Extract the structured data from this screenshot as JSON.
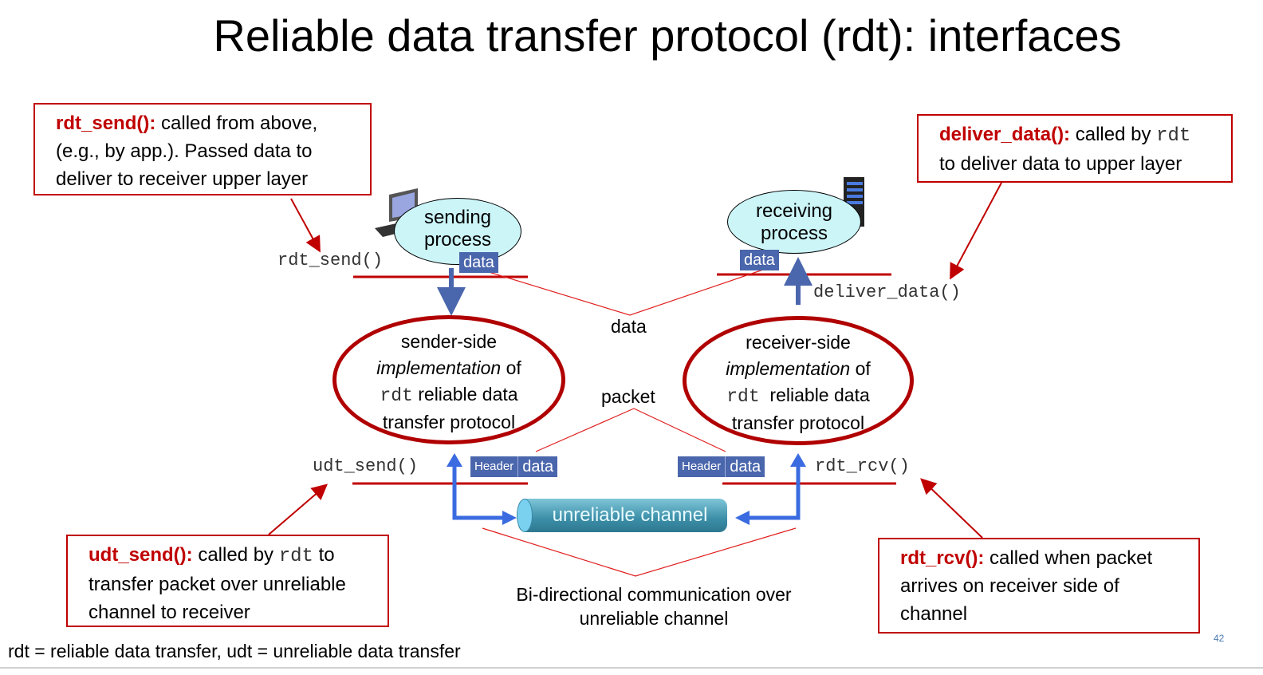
{
  "title": "Reliable data transfer protocol (rdt): interfaces",
  "callouts": {
    "rdt_send": {
      "fn": "rdt_send():",
      "text": " called from above, (e.g., by app.). Passed data to deliver to receiver upper layer"
    },
    "deliver_data": {
      "fn": "deliver_data():",
      "text_a": " called by ",
      "code": "rdt",
      "text_b": " to deliver data to upper layer"
    },
    "udt_send": {
      "fn": "udt_send():",
      "text_a": " called by ",
      "code": "rdt",
      "text_b": " to transfer packet over unreliable channel to receiver"
    },
    "rdt_rcv": {
      "fn": "rdt_rcv():",
      "text": " called when packet arrives on receiver side of channel"
    }
  },
  "function_labels": {
    "rdt_send": "rdt_send()",
    "deliver_data": "deliver_data()",
    "udt_send": "udt_send()",
    "rdt_rcv": "rdt_rcv()"
  },
  "processes": {
    "sending": [
      "sending",
      "process"
    ],
    "receiving": [
      "receiving",
      "process"
    ]
  },
  "implementations": {
    "sender": {
      "line1": "sender-side",
      "italic": "implementation",
      "of": " of",
      "code": "rdt",
      "rest": " reliable data",
      "line4": "transfer protocol"
    },
    "receiver": {
      "line1": "receiver-side",
      "italic": "implementation",
      "of": " of",
      "code": "rdt",
      "rest": "  reliable data",
      "line4": "transfer protocol"
    }
  },
  "tags": {
    "data": "data",
    "header": "Header"
  },
  "labels": {
    "data": "data",
    "packet": "packet",
    "channel": "unreliable channel",
    "bidirectional": [
      "Bi-directional communication over",
      "unreliable channel"
    ],
    "footer": "rdt = reliable data transfer, udt = unreliable data transfer",
    "page_number": "42"
  },
  "colors": {
    "accent_red": "#c00000",
    "tag_blue": "#4a66ac",
    "arrow_blue": "#3a6be0",
    "bubble": "#ccf5f8"
  }
}
